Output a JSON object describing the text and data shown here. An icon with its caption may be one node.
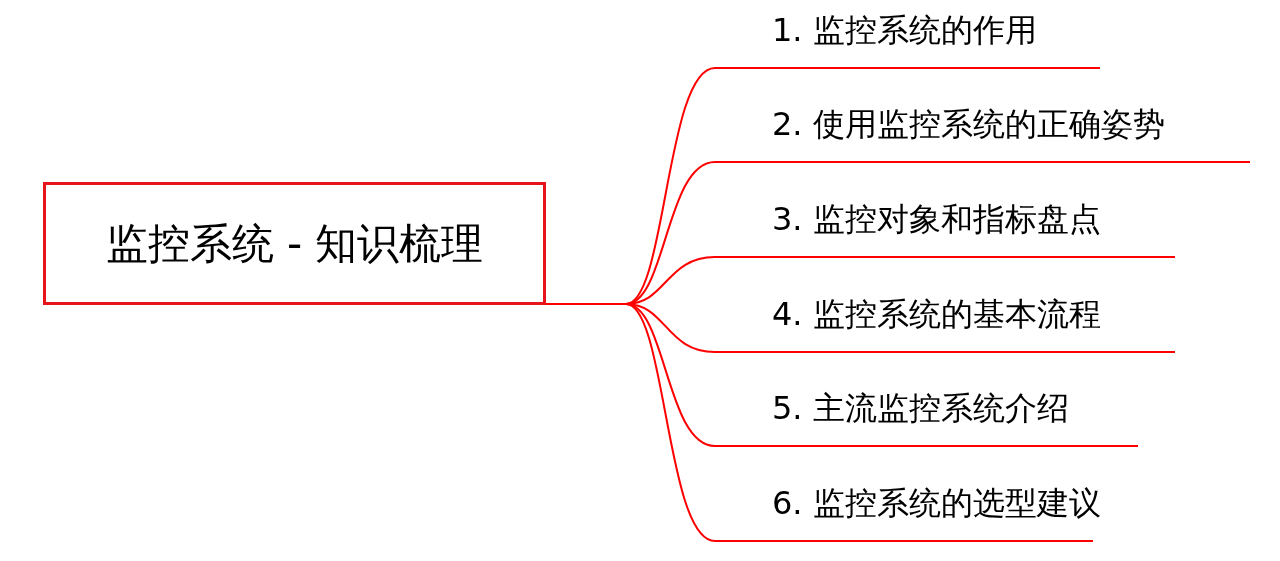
{
  "diagram": {
    "nodes": [
      {
        "text": [
          "监控系统 - 知识梳理"
        ]
      },
      {
        "text": [
          "1. 监控系统的作用"
        ]
      },
      {
        "text": [
          "2. 使用监控系统的正确姿势"
        ]
      },
      {
        "text": [
          "3. 监控对象和指标盘点"
        ]
      },
      {
        "text": [
          "4. 监控系统的基本流程"
        ]
      },
      {
        "text": [
          "5. 主流监控系统介绍"
        ]
      },
      {
        "text": [
          "6. 监控系统的选型建议"
        ]
      }
    ],
    "edges": [
      {
        "from": 0,
        "to": 1,
        "arrow": "none"
      },
      {
        "from": 0,
        "to": 2,
        "arrow": "none"
      },
      {
        "from": 0,
        "to": 3,
        "arrow": "none"
      },
      {
        "from": 0,
        "to": 4,
        "arrow": "none"
      },
      {
        "from": 0,
        "to": 5,
        "arrow": "none"
      },
      {
        "from": 0,
        "to": 6,
        "arrow": "none"
      }
    ]
  }
}
